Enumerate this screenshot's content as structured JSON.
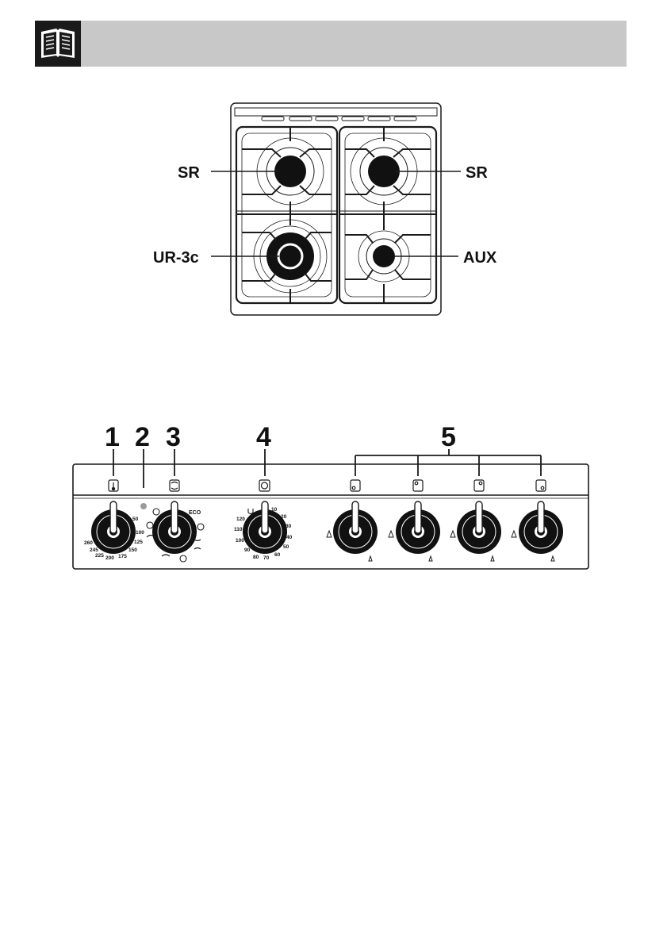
{
  "header": {
    "icon": "open-book-icon"
  },
  "hob": {
    "burners": [
      {
        "position": "front-left-top",
        "label": "SR"
      },
      {
        "position": "top-right",
        "label": "SR"
      },
      {
        "position": "bottom-left",
        "label": "UR-3c"
      },
      {
        "position": "bottom-right",
        "label": "AUX"
      }
    ]
  },
  "panel": {
    "callouts": [
      "1",
      "2",
      "3",
      "4",
      "5"
    ],
    "thermostat_scale": [
      "50",
      "100",
      "125",
      "150",
      "175",
      "200",
      "225",
      "245",
      "260"
    ],
    "function_labels": {
      "eco": "ECO"
    },
    "timer_scale": [
      "10",
      "20",
      "30",
      "40",
      "50",
      "60",
      "70",
      "80",
      "90",
      "100",
      "110",
      "120"
    ]
  }
}
